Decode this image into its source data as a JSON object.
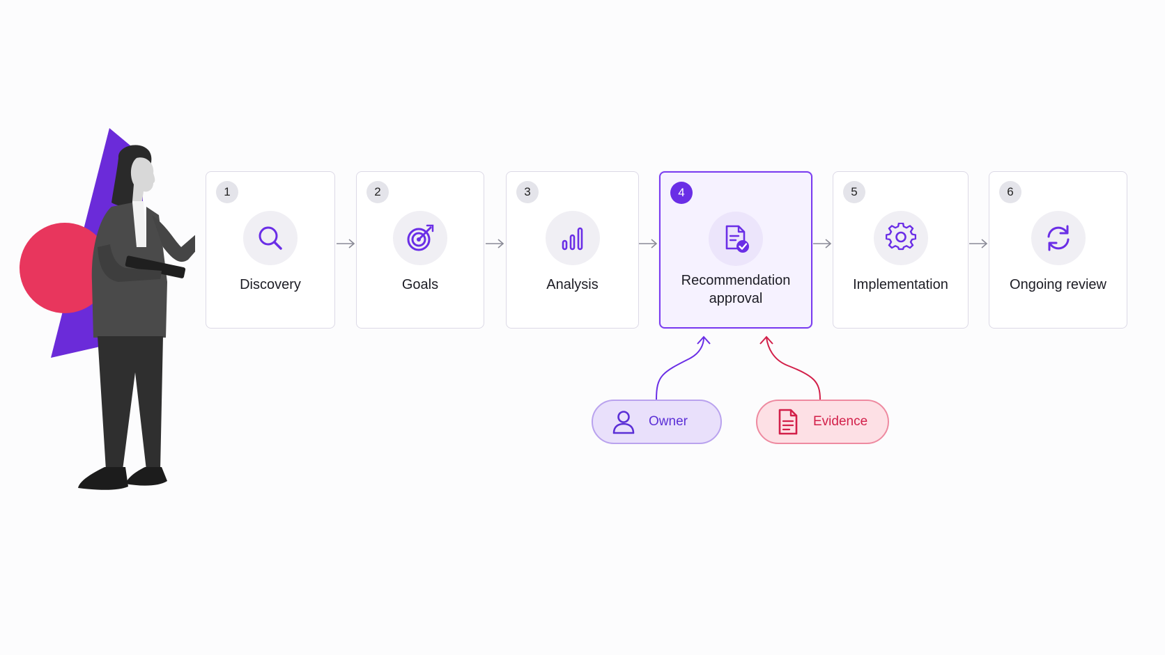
{
  "steps": [
    {
      "num": "1",
      "label": "Discovery",
      "icon": "search-icon"
    },
    {
      "num": "2",
      "label": "Goals",
      "icon": "target-icon"
    },
    {
      "num": "3",
      "label": "Analysis",
      "icon": "bar-chart-icon"
    },
    {
      "num": "4",
      "label": "Recommendation approval",
      "icon": "document-check-icon",
      "active": true
    },
    {
      "num": "5",
      "label": "Implementation",
      "icon": "gear-icon"
    },
    {
      "num": "6",
      "label": "Ongoing review",
      "icon": "refresh-icon"
    }
  ],
  "inputs": {
    "owner": {
      "label": "Owner",
      "icon": "user-icon"
    },
    "evidence": {
      "label": "Evidence",
      "icon": "document-icon"
    }
  },
  "colors": {
    "accent": "#6a2ee6",
    "owner": "#5b2fd6",
    "evidence": "#d21f49",
    "decor_circle": "#e8365d",
    "decor_triangle": "#6b2bd9"
  }
}
